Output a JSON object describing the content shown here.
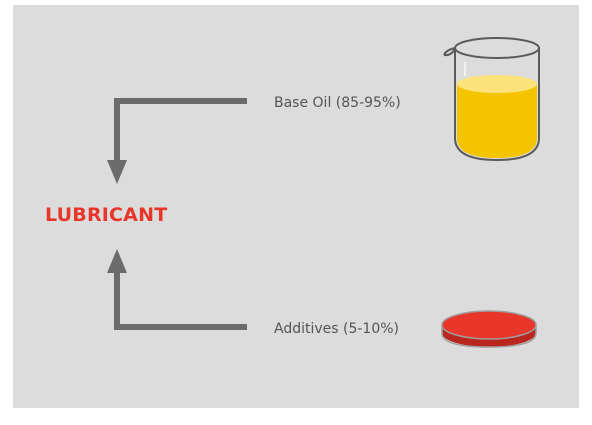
{
  "diagram": {
    "center": {
      "label": "LUBRICANT",
      "color": "#e8362b"
    },
    "inputs": [
      {
        "label": "Base Oil (85-95%)",
        "icon": "beaker-with-oil-icon",
        "color": "#f5c400"
      },
      {
        "label": "Additives (5-10%)",
        "icon": "red-disc-dish-icon",
        "color": "#e8362b"
      }
    ],
    "arrow_color": "#6b6b6b",
    "background_color": "#dcdcdc"
  }
}
